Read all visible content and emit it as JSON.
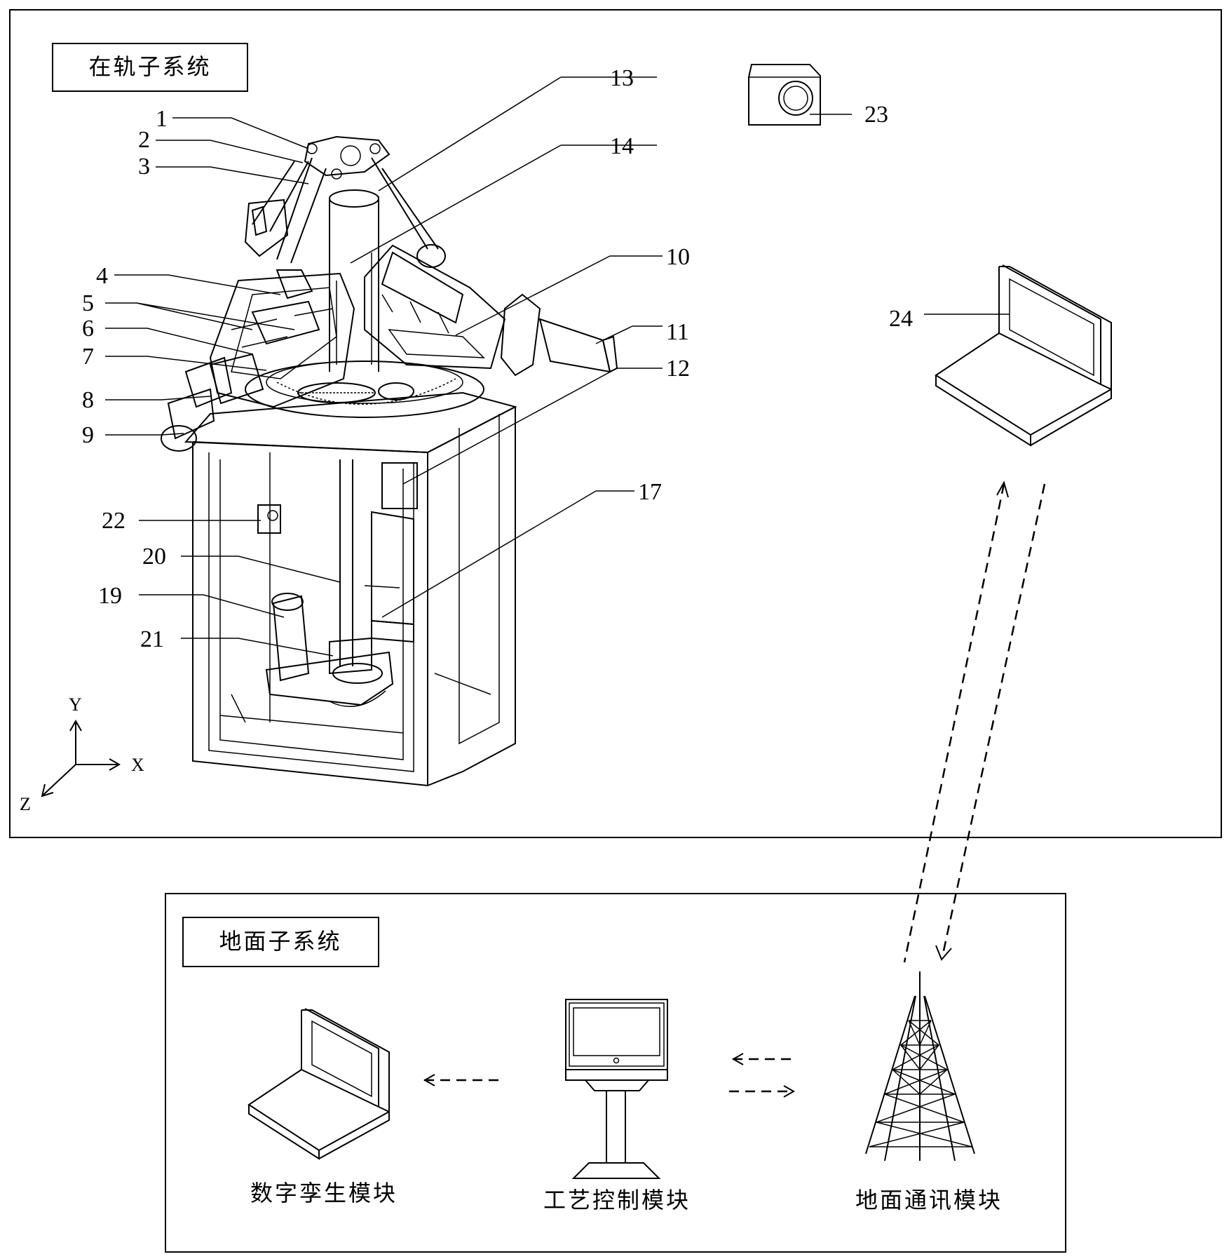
{
  "orbit_subsystem": {
    "title": "在轨子系统",
    "labels": [
      "1",
      "2",
      "3",
      "4",
      "5",
      "6",
      "7",
      "8",
      "9",
      "10",
      "11",
      "12",
      "13",
      "14",
      "17",
      "19",
      "20",
      "21",
      "22",
      "23",
      "24"
    ]
  },
  "axes": {
    "x": "X",
    "y": "Y",
    "z": "Z"
  },
  "ground_subsystem": {
    "title": "地面子系统",
    "modules": {
      "digital_twin": "数字孪生模块",
      "process_control": "工艺控制模块",
      "ground_comm": "地面通讯模块"
    }
  }
}
